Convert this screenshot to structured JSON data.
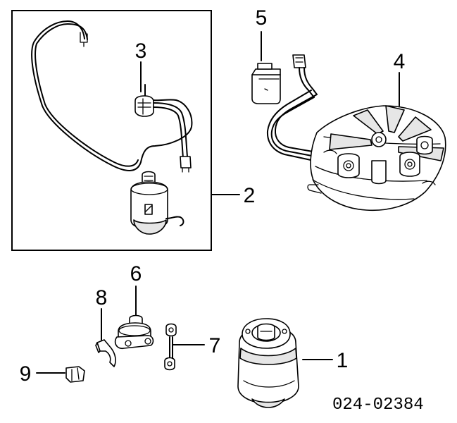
{
  "callouts": {
    "n1": "1",
    "n2": "2",
    "n3": "3",
    "n4": "4",
    "n5": "5",
    "n6": "6",
    "n7": "7",
    "n8": "8",
    "n9": "9"
  },
  "diagram_code": "024-02384",
  "colors": {
    "ink": "#000000",
    "paper": "#ffffff",
    "fill_gray": "#e8e8e8"
  }
}
